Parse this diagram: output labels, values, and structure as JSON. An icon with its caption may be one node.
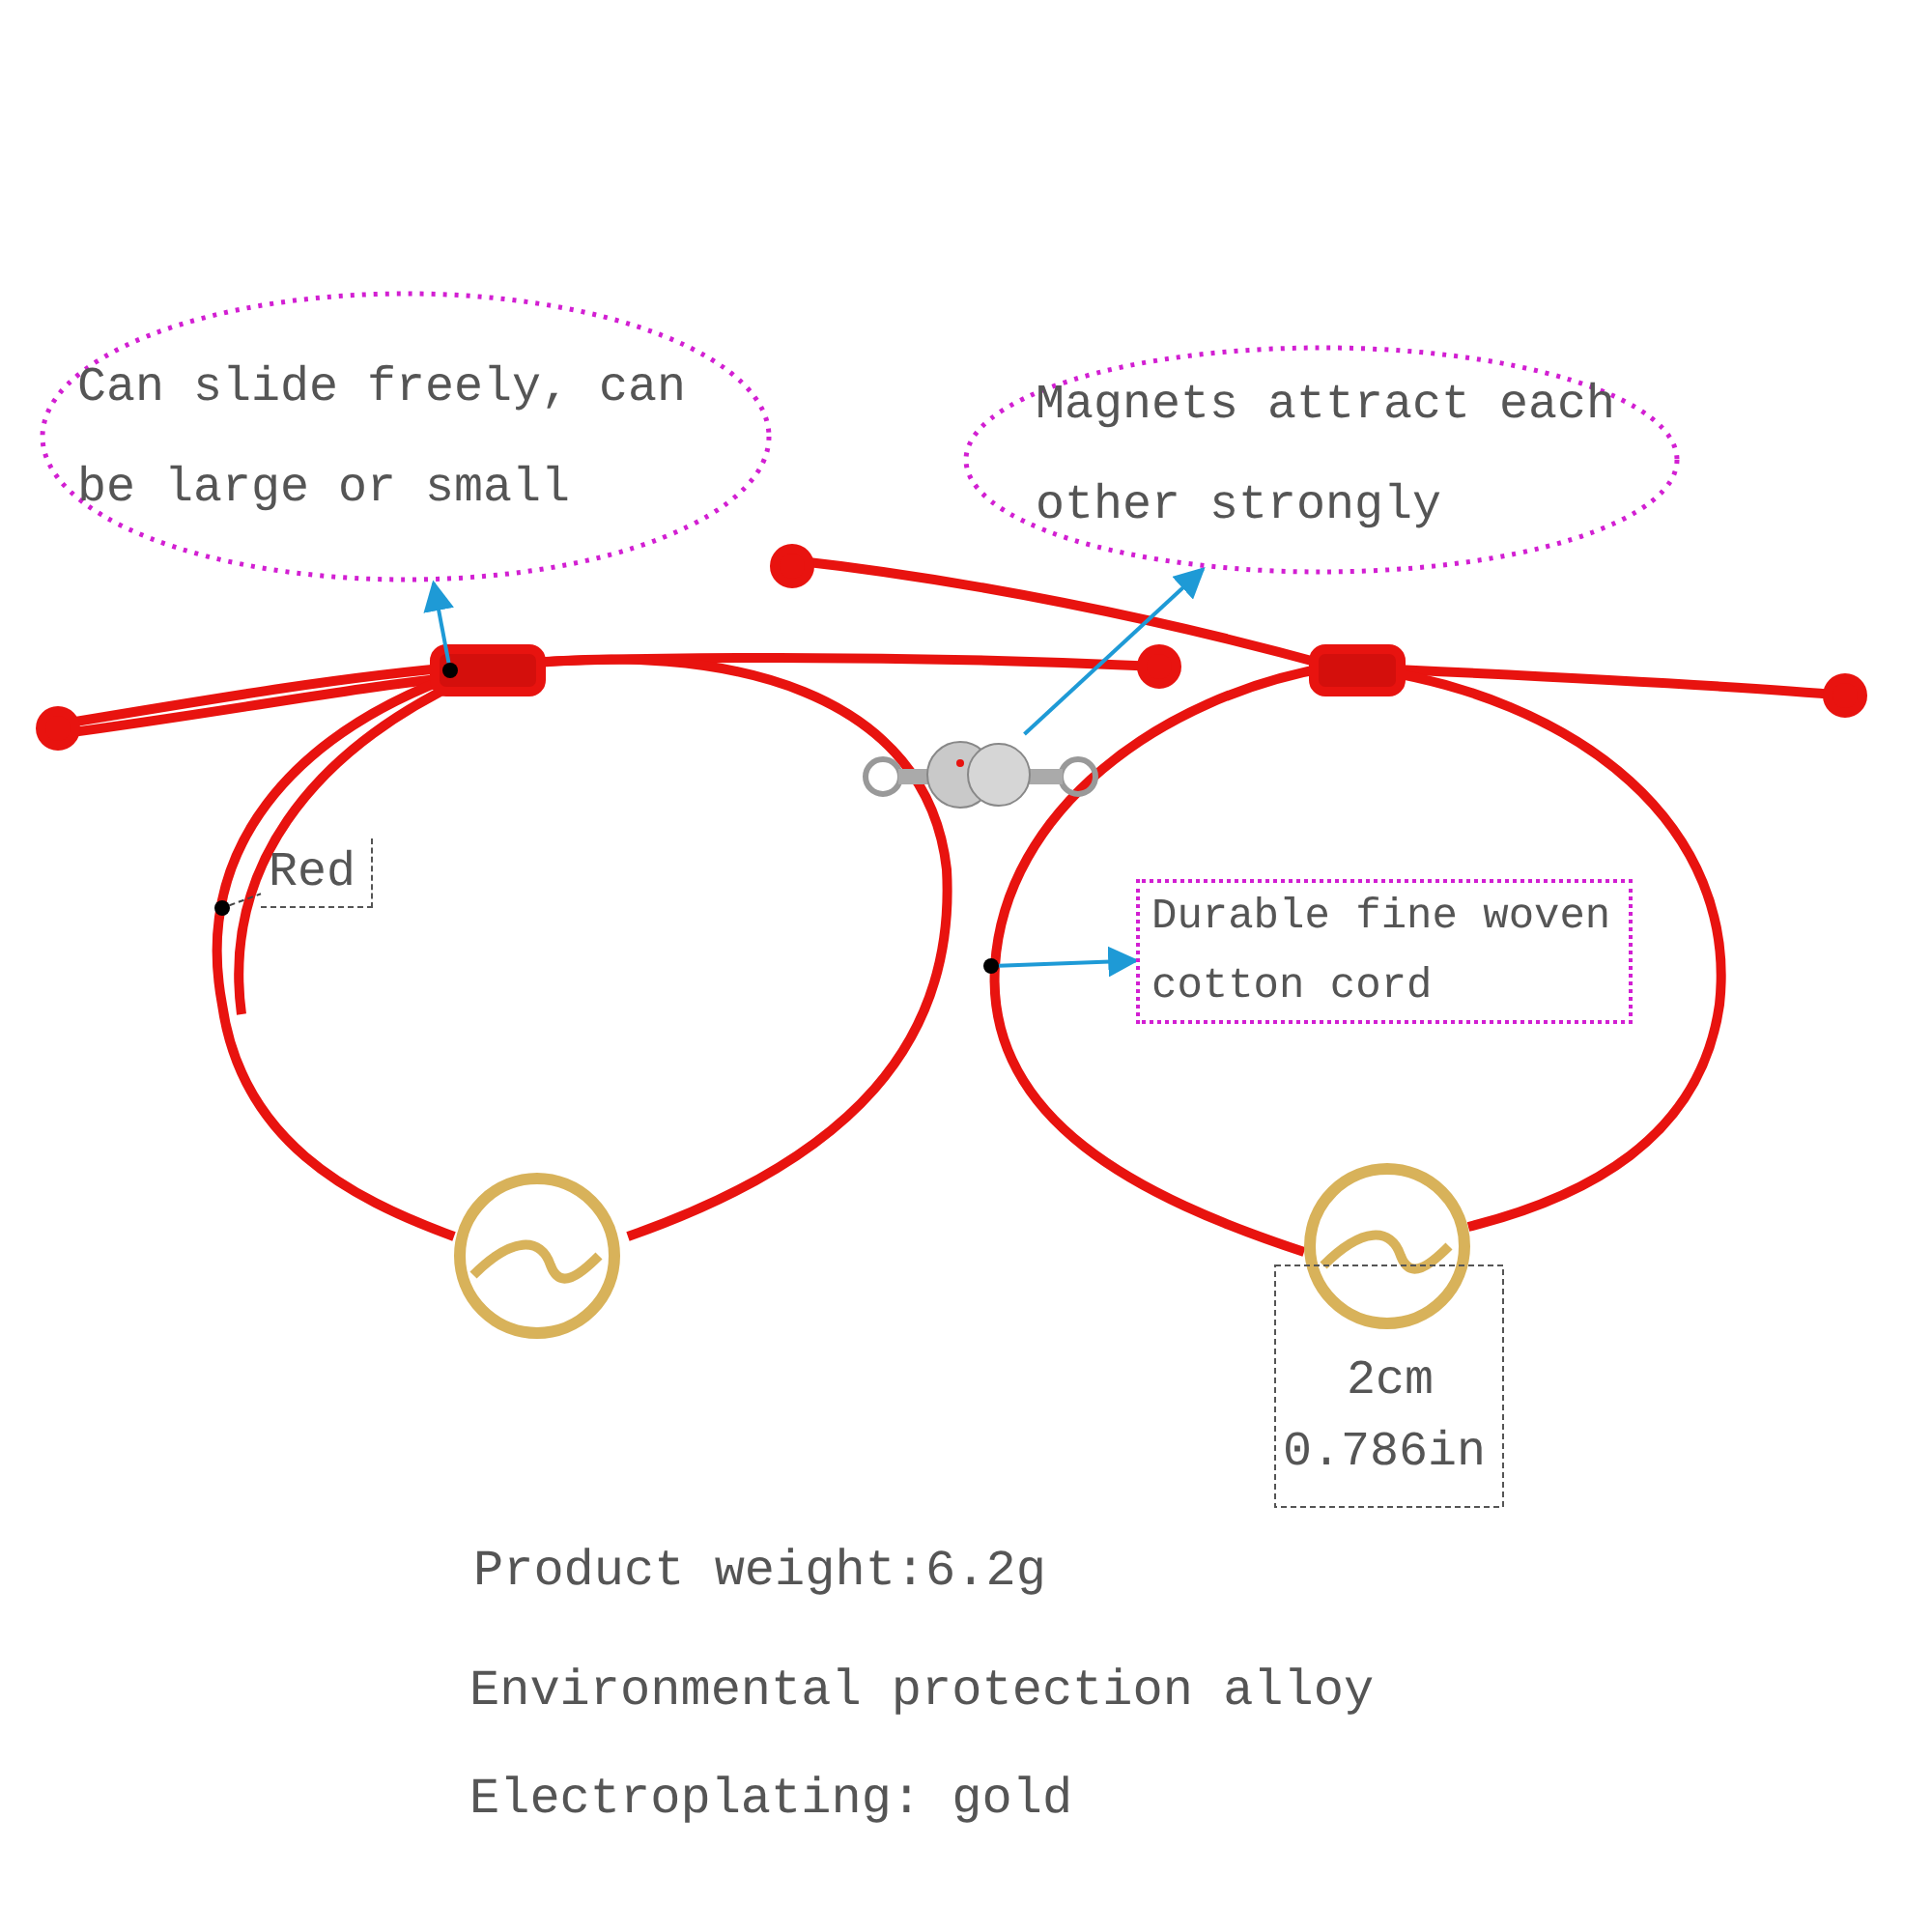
{
  "diagram": {
    "nodes": [
      {
        "text": [
          "Can slide freely, can be large or small"
        ]
      },
      {
        "text": [
          "Magnets attract each other strongly"
        ]
      },
      {
        "text": [
          "Red"
        ]
      },
      {
        "text": [
          "Durable fine woven cotton cord"
        ]
      },
      {
        "text": [],
        "shape": "circle"
      },
      {
        "text": [],
        "shape": "picture"
      },
      {
        "text": [],
        "shape": "circle"
      },
      {
        "text": [],
        "shape": "circle"
      }
    ],
    "edges": [
      {
        "from": 4,
        "to": 0,
        "arrow": "to"
      },
      {
        "from": 5,
        "to": 1,
        "arrow": "to"
      },
      {
        "from": 6,
        "to": 2,
        "arrow": "none",
        "style": "dashed",
        "color": "#444444"
      },
      {
        "from": 7,
        "to": 3,
        "arrow": "to"
      }
    ],
    "labels": [
      "2cm",
      "0.786in",
      "Product weight:6.2g",
      "Environmental protection alloy",
      "Electroplating: gold"
    ]
  }
}
